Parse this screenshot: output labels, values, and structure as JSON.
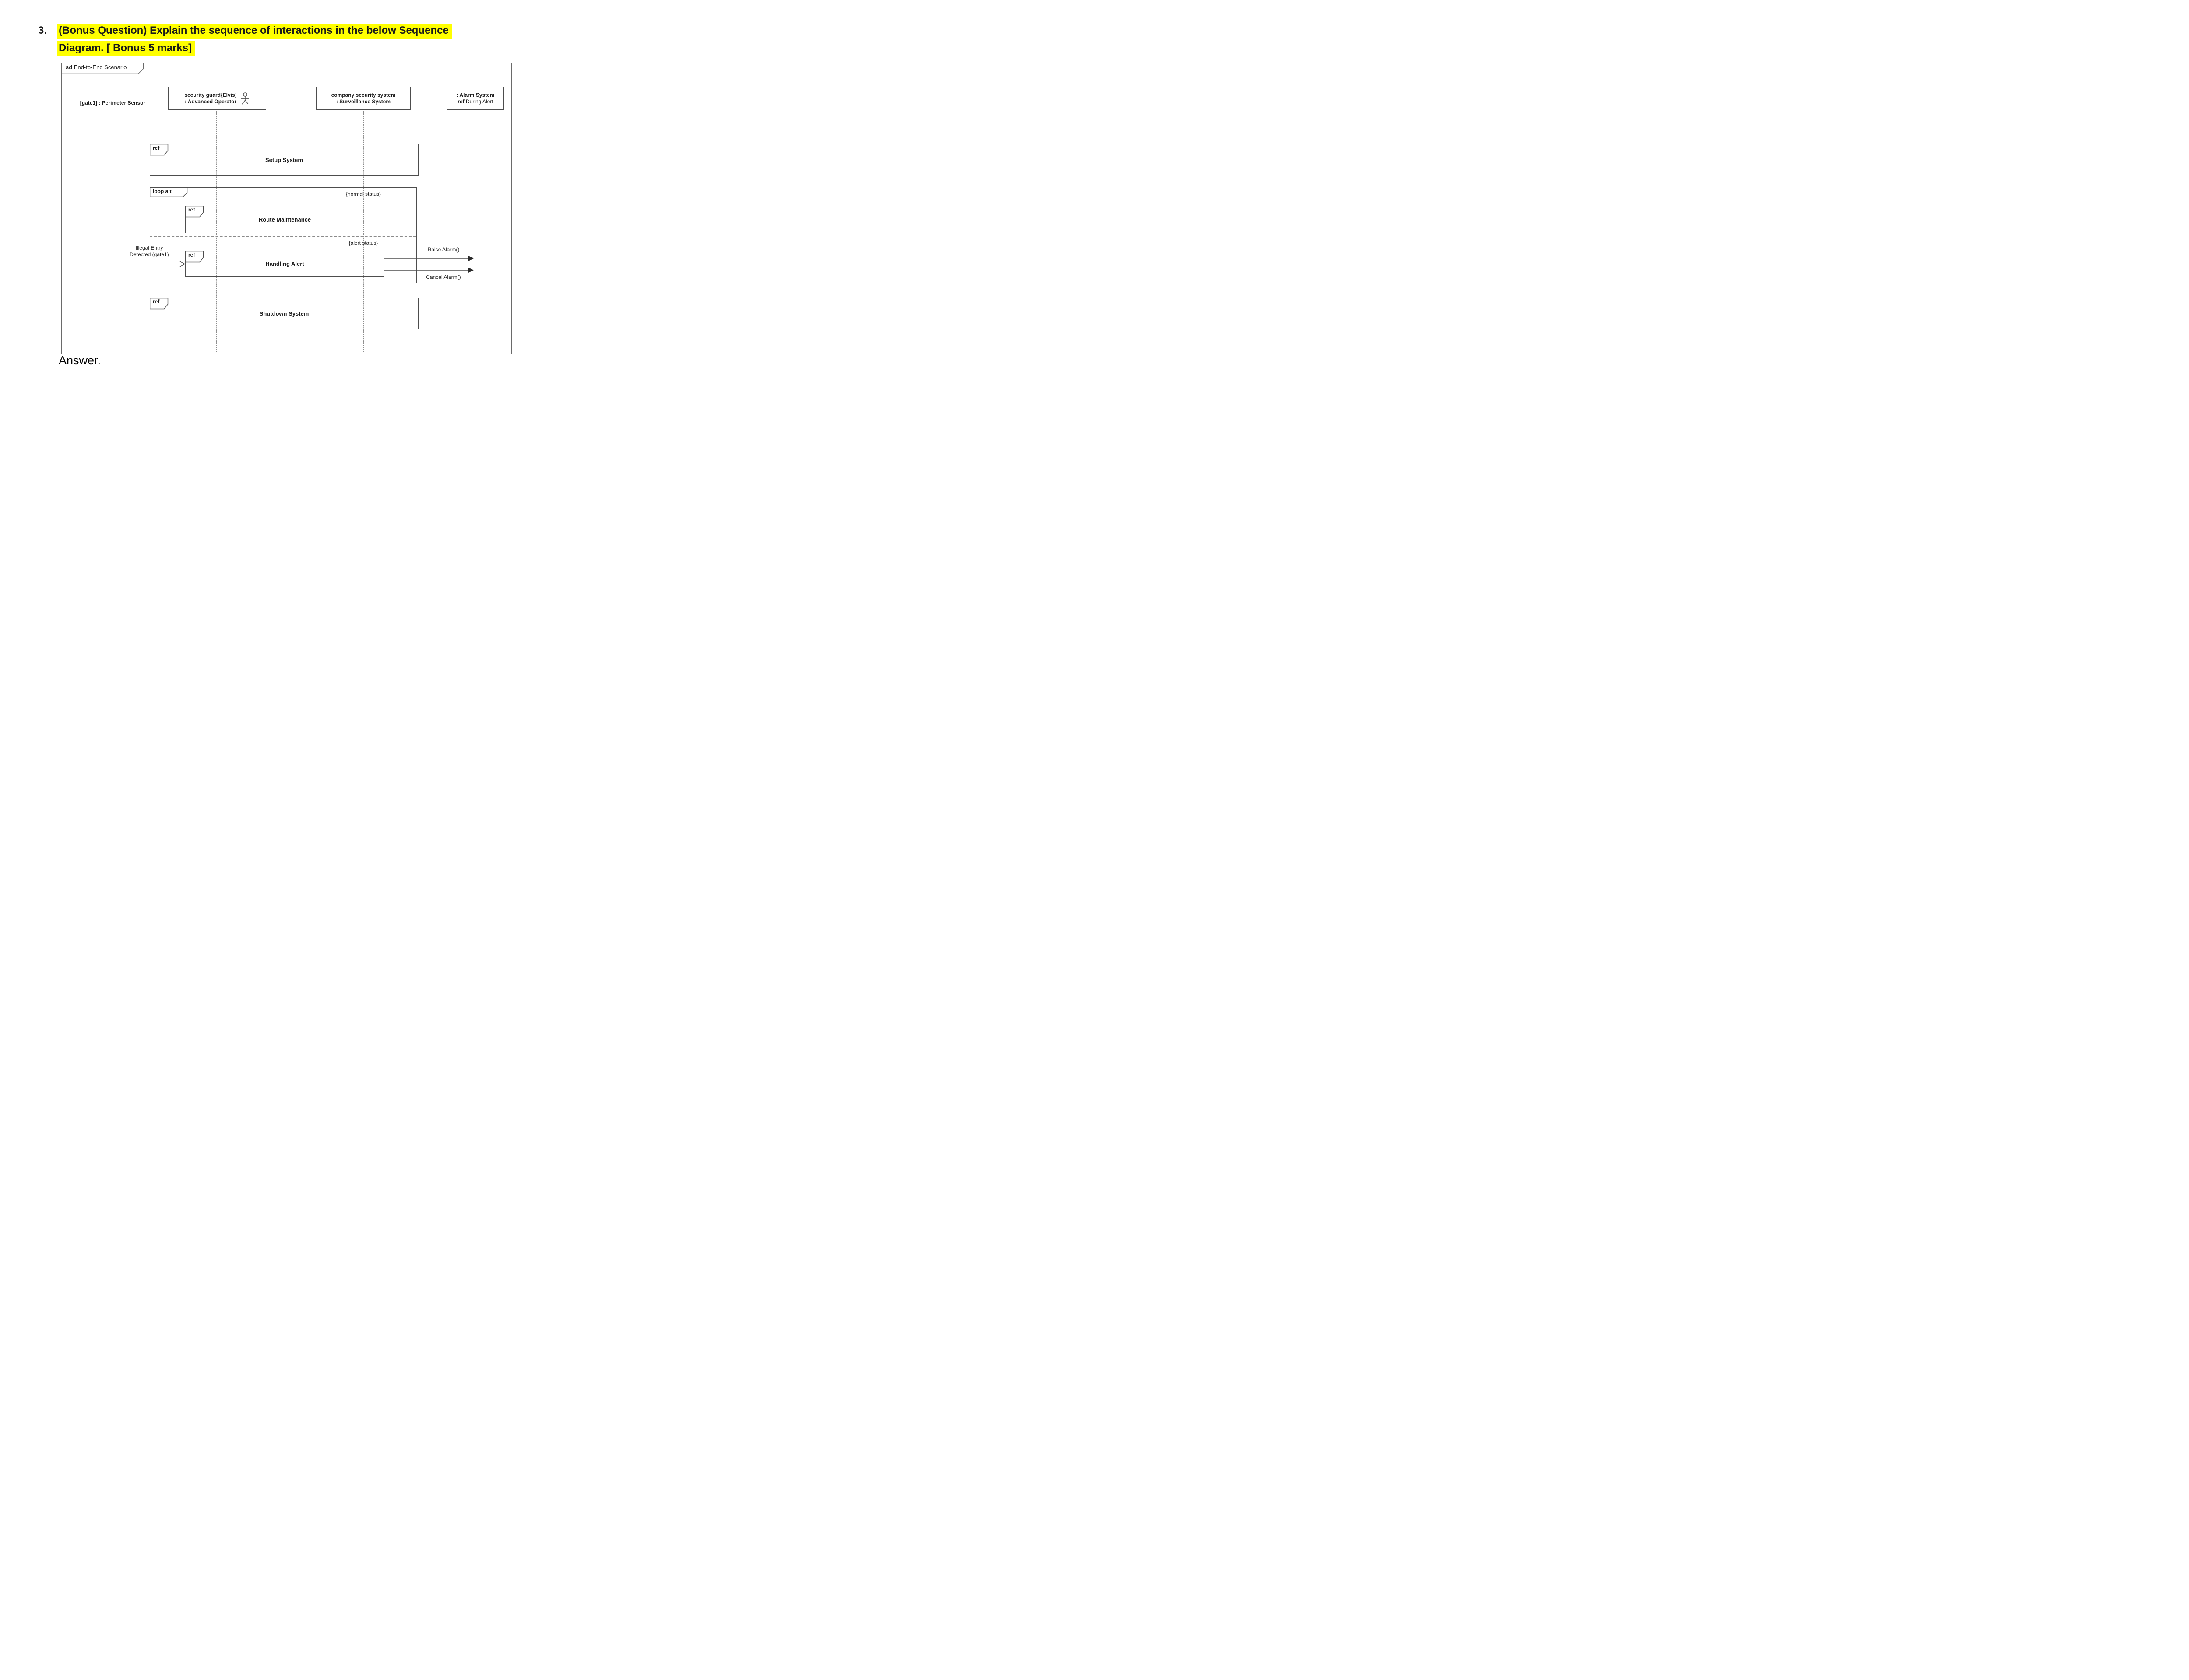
{
  "question": {
    "number": "3.",
    "line1": "(Bonus Question) Explain the sequence of interactions in the below Sequence",
    "line2": "Diagram. [ Bonus 5 marks]",
    "highlight_color": "#ffff00"
  },
  "answer_label": "Answer.",
  "diagram": {
    "frame": {
      "keyword": "sd",
      "name": "End-to-End Scenario"
    },
    "lifelines": {
      "sensor": {
        "line1": "[gate1] : Perimeter Sensor"
      },
      "guard": {
        "line1": "security guard{Elvis]",
        "line2": ": Advanced Operator",
        "actor_icon": "stick-figure"
      },
      "surveillance": {
        "line1": "company security system",
        "line2": ": Surveillance System"
      },
      "alarm": {
        "line1": ": Alarm System",
        "line2_keyword": "ref",
        "line2_rest": "During Alert"
      }
    },
    "fragments": {
      "setup": {
        "keyword": "ref",
        "name": "Setup System"
      },
      "loop": {
        "keyword": "loop alt"
      },
      "route": {
        "keyword": "ref",
        "name": "Route Maintenance"
      },
      "handling": {
        "keyword": "ref",
        "name": "Handling Alert"
      },
      "shutdown": {
        "keyword": "ref",
        "name": "Shutdown System"
      }
    },
    "guards": {
      "normal": "{normal status}",
      "alert": "{alert status}"
    },
    "messages": {
      "illegal_entry": {
        "line1": "Illegal Entry",
        "line2": "Detected (gate1)"
      },
      "raise_alarm": "Raise Alarm()",
      "cancel_alarm": "Cancel Alarm()"
    },
    "line_color": "#4d4d4d"
  }
}
